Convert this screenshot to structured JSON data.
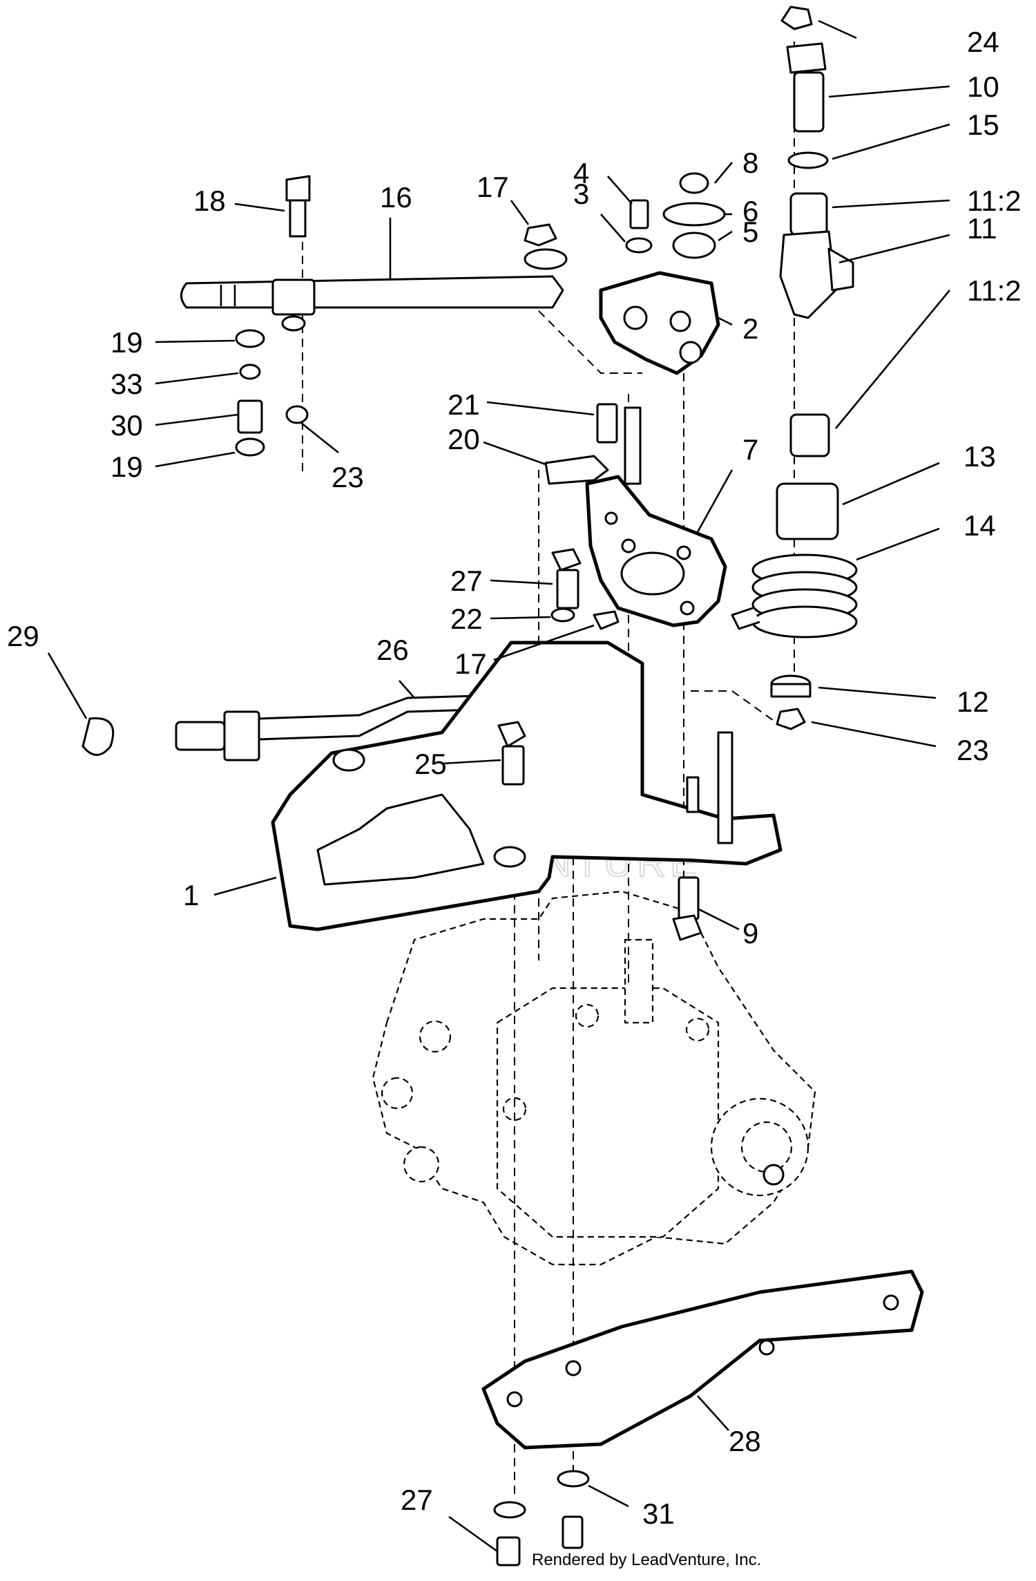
{
  "callouts": {
    "c1": "1",
    "c2": "2",
    "c3": "3",
    "c4": "4",
    "c5": "5",
    "c6": "6",
    "c7": "7",
    "c8": "8",
    "c9": "9",
    "c10": "10",
    "c11a": "11:2",
    "c11": "11",
    "c11b": "11:2",
    "c12": "12",
    "c13": "13",
    "c14": "14",
    "c15": "15",
    "c16": "16",
    "c17a": "17",
    "c17b": "17",
    "c18": "18",
    "c19a": "19",
    "c19b": "19",
    "c20": "20",
    "c21": "21",
    "c22": "22",
    "c23a": "23",
    "c23b": "23",
    "c24": "24",
    "c25": "25",
    "c26": "26",
    "c27a": "27",
    "c27b": "27",
    "c28": "28",
    "c29": "29",
    "c30": "30",
    "c31": "31",
    "c33": "33"
  },
  "footer": {
    "credit": "Rendered by LeadVenture, Inc."
  },
  "watermark": {
    "text": "LEADVENTURE"
  }
}
